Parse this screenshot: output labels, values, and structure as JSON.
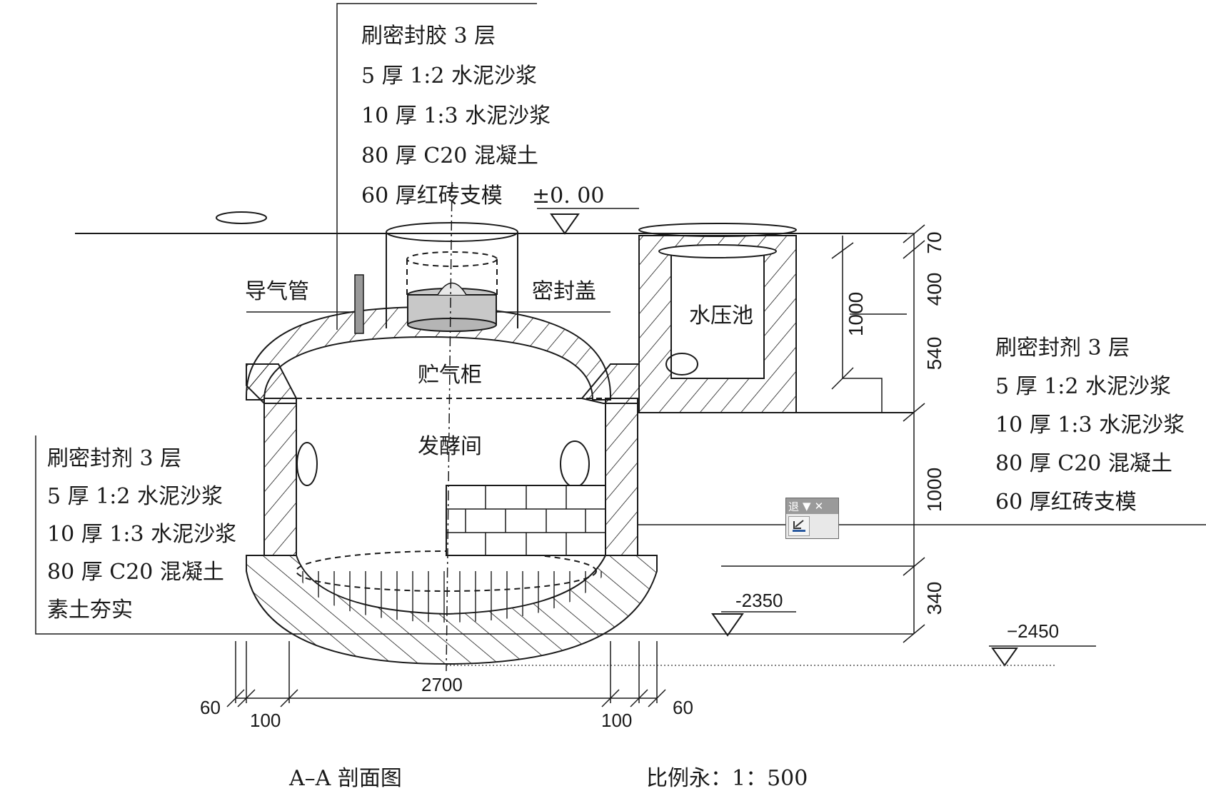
{
  "top_notes": [
    "刷密封胶 3 层",
    "5 厚 1:2 水泥沙浆",
    "10 厚 1:3 水泥沙浆",
    "80 厚 C20 混凝土",
    "60 厚红砖支模"
  ],
  "level_zero": "±0.  00",
  "right_notes": [
    "刷密封剂 3 层",
    "5 厚 1:2 水泥沙浆",
    "10 厚 1:3 水泥沙浆",
    "80 厚 C20 混凝土",
    "60 厚红砖支模"
  ],
  "left_notes": [
    "刷密封剂 3 层",
    "5 厚 1:2 水泥沙浆",
    "10 厚 1:3 水泥沙浆",
    "80 厚 C20 混凝土",
    "素土夯实"
  ],
  "labels": {
    "gas_pipe": "导气管",
    "seal_cover": "密封盖",
    "water_pressure_tank": "水压池",
    "gas_storage": "贮气柜",
    "fermentation_room": "发酵间"
  },
  "dimensions": {
    "v70": "70",
    "v400": "400",
    "v1000_tank": "1000",
    "v540": "540",
    "v1000": "1000",
    "v340": "340",
    "width": "2700",
    "left60": "60",
    "left100": "100",
    "right100": "100",
    "right60": "60"
  },
  "levels": {
    "minus2350": "-2350",
    "minus2450": "−2450"
  },
  "caption": {
    "title": "A–A 剖面图",
    "scale": "比例永：1：500"
  },
  "toolbar": {
    "title": "退",
    "dropdown_icon": "dropdown-arrow-icon",
    "close_icon": "close-icon",
    "button_icon": "draw-arrow-icon"
  }
}
